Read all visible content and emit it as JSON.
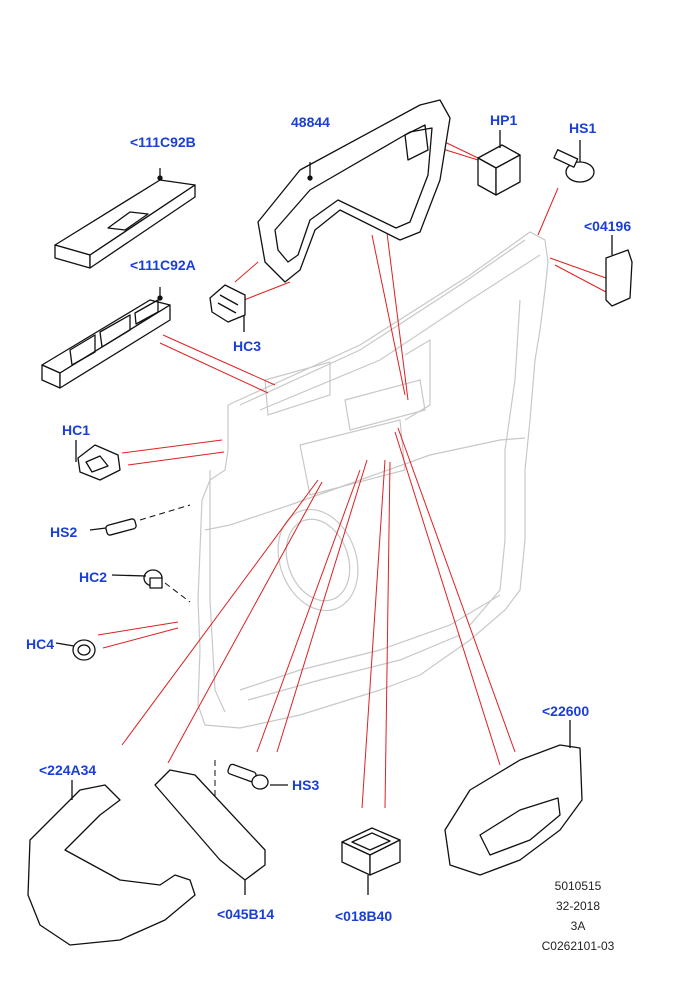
{
  "diagram": {
    "callouts": [
      {
        "id": "111C92B",
        "label": "<111C92B"
      },
      {
        "id": "48844",
        "label": "48844"
      },
      {
        "id": "HP1",
        "label": "HP1"
      },
      {
        "id": "HS1",
        "label": "HS1"
      },
      {
        "id": "04196",
        "label": "<04196"
      },
      {
        "id": "111C92A",
        "label": "<111C92A"
      },
      {
        "id": "HC3",
        "label": "HC3"
      },
      {
        "id": "HC1",
        "label": "HC1"
      },
      {
        "id": "HS2",
        "label": "HS2"
      },
      {
        "id": "HC2",
        "label": "HC2"
      },
      {
        "id": "HC4",
        "label": "HC4"
      },
      {
        "id": "22600",
        "label": "<22600"
      },
      {
        "id": "224A34",
        "label": "<224A34"
      },
      {
        "id": "HS3",
        "label": "HS3"
      },
      {
        "id": "045B14",
        "label": "<045B14"
      },
      {
        "id": "018B40",
        "label": "<018B40"
      }
    ],
    "info_block": [
      "5010515",
      "32-2018",
      "3A",
      "C0262101-03"
    ],
    "colors": {
      "callout_text": "#1a3fd6",
      "leader_line": "#e02020",
      "ghost_outline": "#c8c8c8",
      "part_outline": "#111111"
    }
  }
}
